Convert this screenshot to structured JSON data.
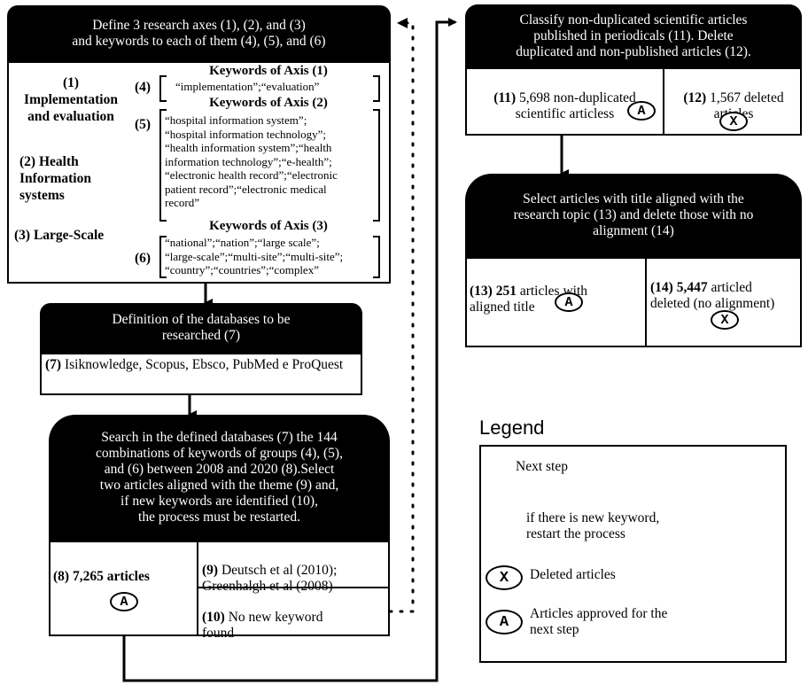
{
  "box1": {
    "header": "Define 3 research axes (1), (2), and (3)\nand keywords to each of them (4), (5), and (6)",
    "axis1": "(1)\nImplementation\nand evaluation",
    "axis2": "(2) Health\nInformation\nsystems",
    "axis3": "(3) Large-Scale",
    "n4": "(4)",
    "n5": "(5)",
    "n6": "(6)",
    "kw1_title": "Keywords of Axis (1)",
    "kw1": "“implementation”;“evaluation”",
    "kw2_title": "Keywords of Axis (2)",
    "kw2": "“hospital information system”;\n“hospital information technology”;\n“health information system”;“health\ninformation technology”;“e-health”;\n“electronic health record”;“electronic\npatient record”;“electronic medical\nrecord”",
    "kw3_title": "Keywords of Axis (3)",
    "kw3": "“national”;“nation”;“large scale”;\n“large-scale”;“multi-site”;“multi-site”;\n“country”;“countries”;“complex”"
  },
  "box2": {
    "header": "Definition of the databases to be\nresearched (7)",
    "num": "(7)",
    "text": " Isiknowledge, Scopus, Ebsco, PubMed e ProQuest"
  },
  "box3": {
    "header": "Search in the defined databases (7) the 144\ncombinations of keywords of groups (4), (5),\nand (6) between 2008 and 2020 (8).Select\ntwo articles aligned with the theme (9) and,\nif new keywords are identified (10),\nthe process must be restarted.",
    "c8": "(8) 7,265 articles",
    "c9_num": "(9)",
    "c9": " Deutsch et al (2010);\nGreenhalgh et al (2008)",
    "c10_num": "(10)",
    "c10": " No new keyword\nfound"
  },
  "box4": {
    "header": "Classify non-duplicated scientific articles\npublished in periodicals (11). Delete\nduplicated and non-published articles (12).",
    "c11_num": "(11)",
    "c11": " 5,698 non-duplicated\nscientific articless",
    "c12_num": "(12)",
    "c12": " 1,567 deleted\narticles"
  },
  "box5": {
    "header": "Select articles with title aligned with the\nresearch topic (13) and delete those with no\nalignment (14)",
    "c13_num": "(13)",
    "c13_bold": " 251",
    "c13": " articles with\naligned title",
    "c14_num": "(14)",
    "c14_bold": " 5,447",
    "c14": " articled\ndeleted (no alignment)"
  },
  "symbols": {
    "approved": "A",
    "deleted": "X"
  },
  "legend": {
    "title": "Legend",
    "next": "Next step",
    "restart": "if there is new keyword,\nrestart the process",
    "deleted": "Deleted articles",
    "approved": "Articles approved for the\nnext step"
  }
}
